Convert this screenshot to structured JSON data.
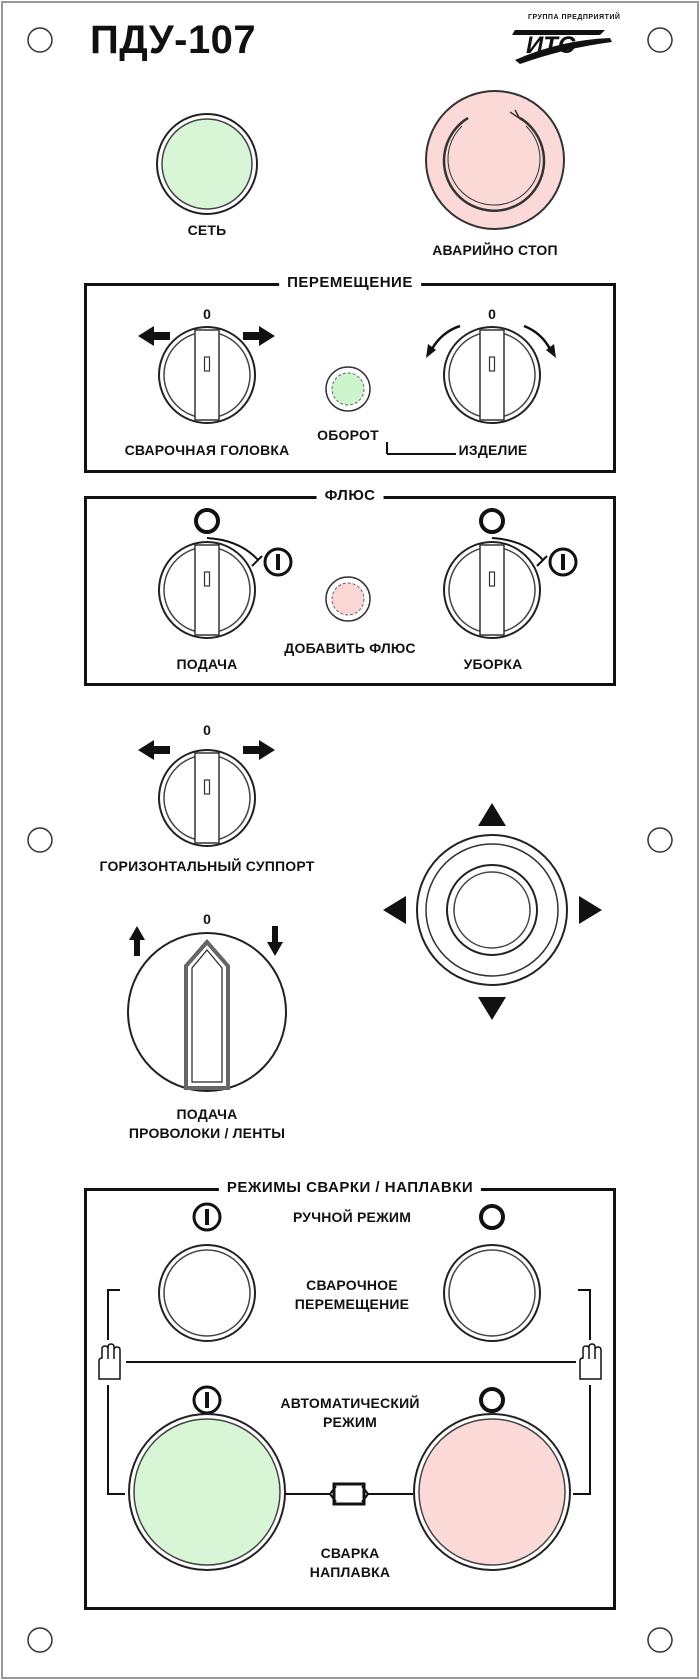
{
  "panel": {
    "title": "ПДУ-107",
    "logo": {
      "small_text": "ГРУППА ПРЕДПРИЯТИЙ",
      "brand": "ИТС"
    }
  },
  "top": {
    "network_label": "СЕТЬ",
    "estop_label": "АВАРИЙНО СТОП",
    "network_color": "#d8f5d6",
    "estop_color": "#fbd9d6"
  },
  "movement": {
    "title": "ПЕРЕМЕЩЕНИЕ",
    "head_zero": "0",
    "head_label": "СВАРОЧНАЯ ГОЛОВКА",
    "rotation_label": "ОБОРОТ",
    "rotation_indicator_color": "#cdf5cd",
    "part_zero": "0",
    "part_label": "ИЗДЕЛИЕ"
  },
  "flux": {
    "title": "ФЛЮС",
    "feed_label": "ПОДАЧА",
    "add_label": "ДОБАВИТЬ ФЛЮС",
    "add_indicator_color": "#fbd6d4",
    "cleanup_label": "УБОРКА"
  },
  "support": {
    "zero": "0",
    "label": "ГОРИЗОНТАЛЬНЫЙ СУППОРТ"
  },
  "wire": {
    "zero": "0",
    "label_line1": "ПОДАЧА",
    "label_line2": "ПРОВОЛОКИ / ЛЕНТЫ"
  },
  "modes": {
    "title": "РЕЖИМЫ СВАРКИ / НАПЛАВКИ",
    "manual_label": "РУЧНОЙ РЕЖИМ",
    "weld_move_line1": "СВАРОЧНОЕ",
    "weld_move_line2": "ПЕРЕМЕЩЕНИЕ",
    "auto_line1": "АВТОМАТИЧЕСКИЙ",
    "auto_line2": "РЕЖИМ",
    "weld_line1": "СВАРКА",
    "weld_line2": "НАПЛАВКА",
    "start_color": "#d8f5d6",
    "stop_color": "#fbd9d6"
  }
}
